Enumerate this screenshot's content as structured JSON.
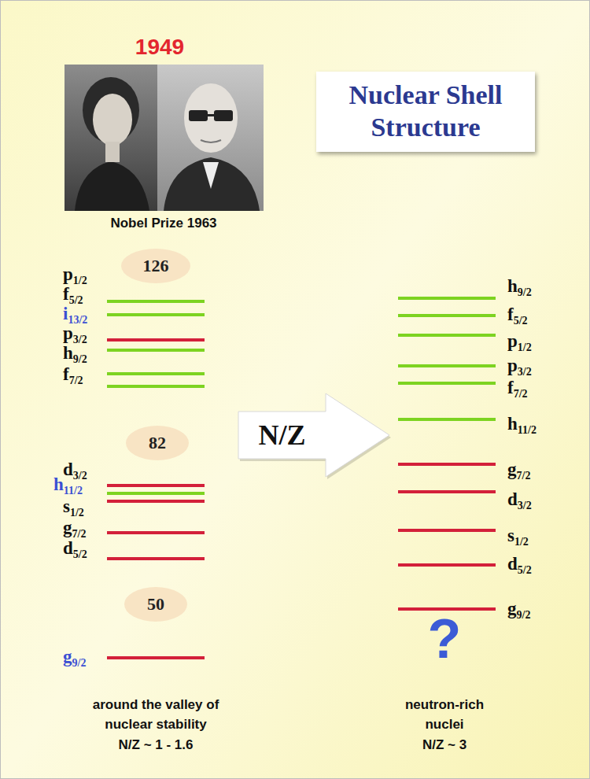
{
  "diagram": {
    "nodes": [
      {
        "text": [
          "Nuclear Shell Structure"
        ]
      },
      {
        "text": [
          "126"
        ]
      },
      {
        "text": [
          "82"
        ]
      },
      {
        "text": [
          "50"
        ]
      },
      {
        "text": [
          "N/Z"
        ]
      }
    ],
    "labels": [
      "1949",
      "Nobel Prize 1963",
      "p1/2",
      "f5/2",
      "i13/2",
      "p3/2",
      "h9/2",
      "f7/2",
      "d3/2",
      "h11/2",
      "s1/2",
      "g7/2",
      "d5/2",
      "g9/2",
      "around the valley of nuclear stability",
      "N/Z ~ 1 - 1.6",
      "h9/2",
      "f5/2",
      "p1/2",
      "p3/2",
      "f7/2",
      "h11/2",
      "g7/2",
      "d3/2",
      "s1/2",
      "d5/2",
      "g9/2",
      "?",
      "neutron-rich nuclei",
      "N/Z ~ 3"
    ]
  }
}
